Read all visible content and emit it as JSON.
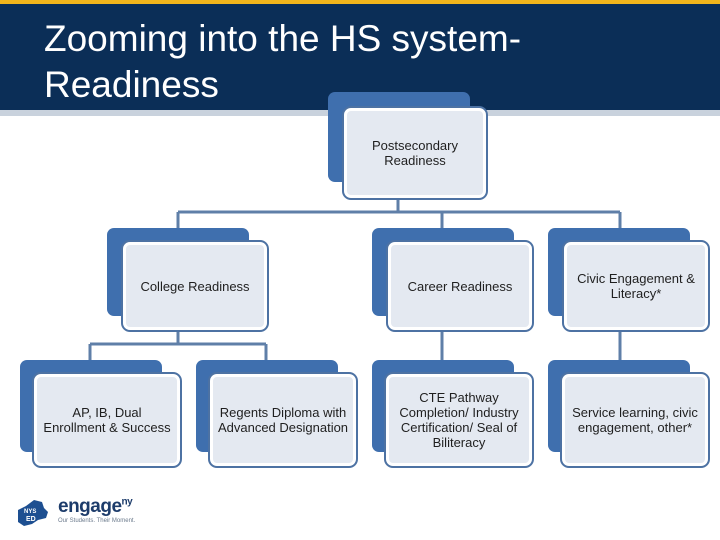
{
  "slide": {
    "title": "Zooming into the HS system-\nReadiness"
  },
  "diagram": {
    "root": {
      "label": "Postsecondary Readiness"
    },
    "level2": [
      {
        "label": "College Readiness"
      },
      {
        "label": "Career Readiness"
      },
      {
        "label": "Civic Engagement & Literacy*"
      }
    ],
    "level3": [
      {
        "label": "AP, IB, Dual Enrollment & Success"
      },
      {
        "label": "Regents Diploma with Advanced Designation"
      },
      {
        "label": "CTE Pathway Completion/ Industry Certification/ Seal of Biliteracy"
      },
      {
        "label": "Service learning, civic engagement, other*"
      }
    ]
  },
  "colors": {
    "title_bar": "#0b2e57",
    "accent_stripe": "#f2b51c",
    "node_back": "#3f6fae",
    "node_front": "#e4e9f1",
    "connector": "#4d72a3"
  },
  "logo": {
    "map_text": "NYS ED",
    "wordmark": "engage",
    "wordmark_sup": "ny",
    "tagline": "Our Students. Their Moment."
  }
}
